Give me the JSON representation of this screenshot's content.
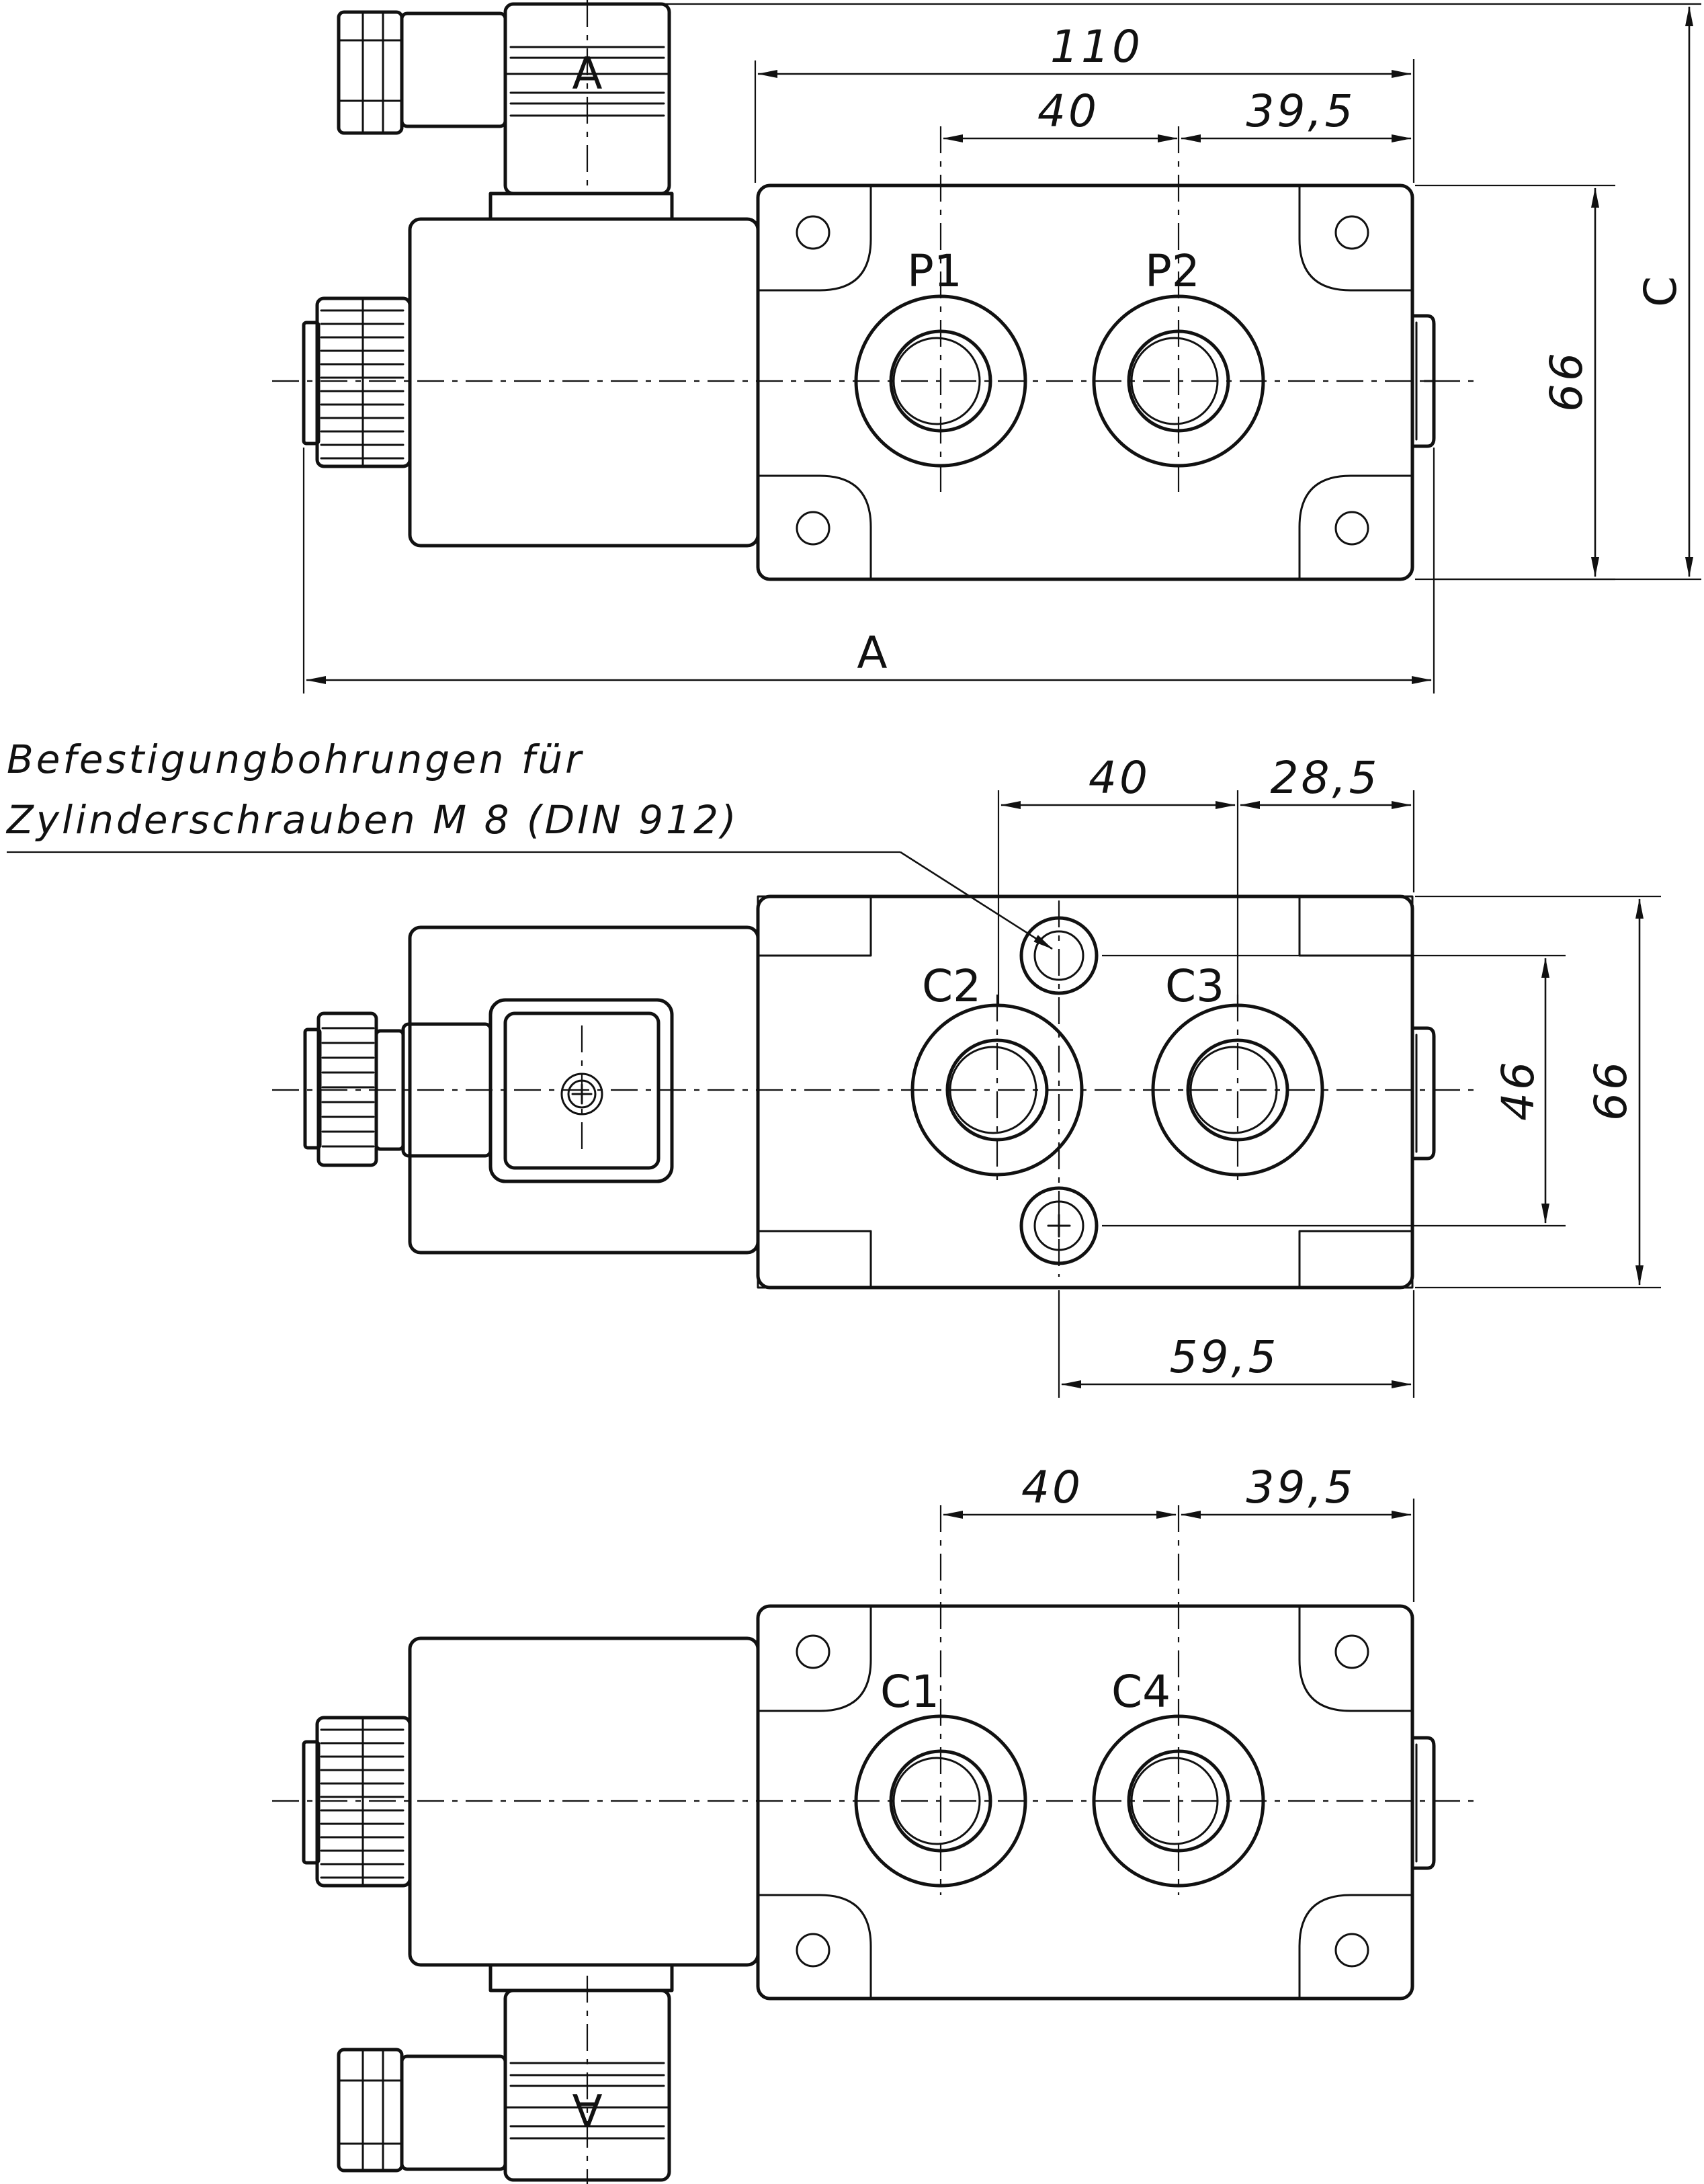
{
  "views": {
    "top": {
      "ports": [
        "P1",
        "P2"
      ],
      "plug_letter": "A",
      "dims": {
        "width": "110",
        "port_pitch": "40",
        "edge_offset": "39,5",
        "height": "66",
        "overall_height": "C",
        "overall_length": "A"
      }
    },
    "middle": {
      "ports": [
        "C2",
        "C3"
      ],
      "dims": {
        "port_pitch": "40",
        "edge_offset": "28,5",
        "hole_pitch": "46",
        "height": "66",
        "hole_offset": "59,5"
      },
      "note": {
        "line1": "Befestigungbohrungen für",
        "line2": "Zylinderschrauben M 8 (DIN 912)"
      }
    },
    "bottom": {
      "ports": [
        "C1",
        "C4"
      ],
      "plug_letter": "A",
      "dims": {
        "port_pitch": "40",
        "edge_offset": "39,5"
      }
    }
  }
}
